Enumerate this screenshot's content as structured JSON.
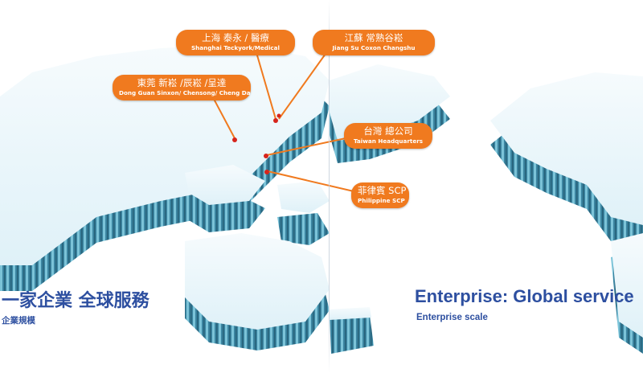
{
  "offices": [
    {
      "zh": "上海 泰永 / 醫療",
      "en": "Shanghai   Teckyork/Medical"
    },
    {
      "zh": "江蘇 常熟谷崧",
      "en": "Jiang Su  Coxon Changshu"
    },
    {
      "zh": "東莞 新崧 /辰崧 /呈達",
      "en": "Dong Guan  Sinxon/ Chensong/ Cheng Da"
    },
    {
      "zh": "台灣 總公司",
      "en": "Taiwan   Headquarters"
    },
    {
      "zh": "菲律賓 SCP",
      "en": "Philippine  SCP"
    }
  ],
  "caption_zh": {
    "title": "一家企業 全球服務",
    "subtitle": "企業規模"
  },
  "caption_en": {
    "title": "Enterprise: Global service",
    "subtitle": "Enterprise scale"
  },
  "colors": {
    "bubble": "#f07a1f",
    "caption": "#2d4fa0",
    "land_top": "#eaf6fb",
    "land_side": "#4e9ab3"
  }
}
